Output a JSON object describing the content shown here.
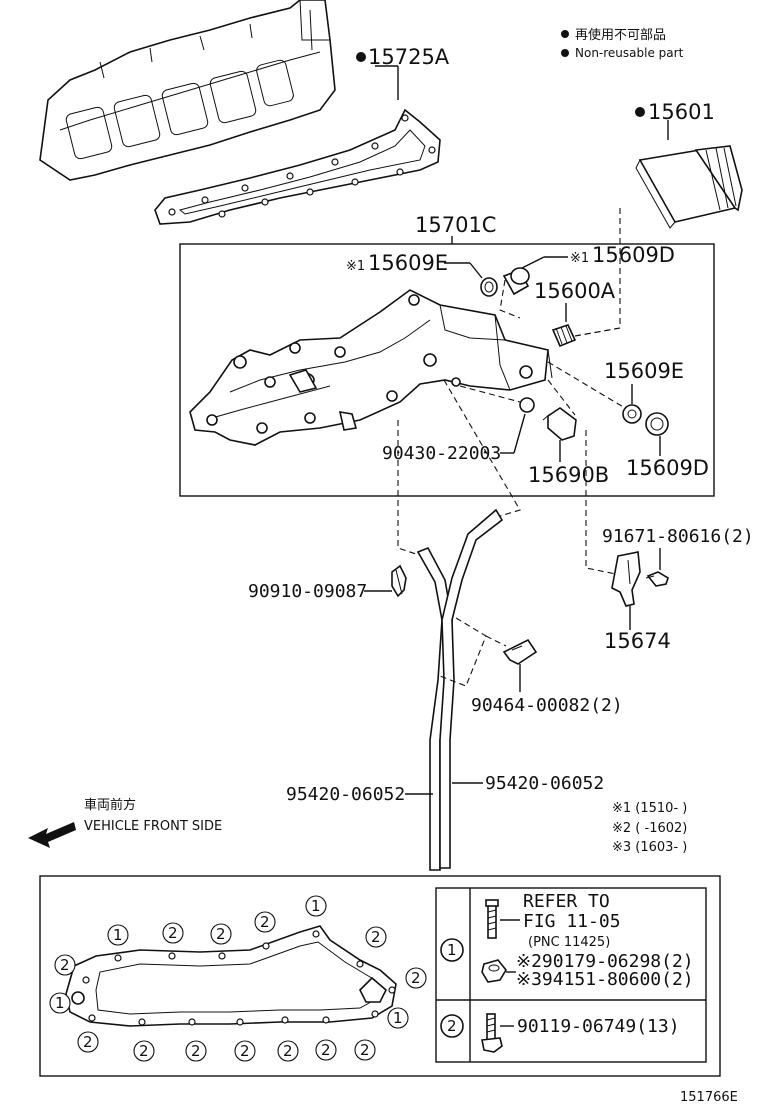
{
  "legend": {
    "non_reusable_ja": "再使用不可部品",
    "non_reusable_en": "Non-reusable part"
  },
  "parts": {
    "gasket_top": "15725A",
    "oil_filter": "15601",
    "oil_cooler_assy": "15701C",
    "plug_e_top": "15609E",
    "plug_d_top": "15609D",
    "union": "15600A",
    "plug_e_right": "15609E",
    "plug_d_right": "15609D",
    "gasket_ring": "90430-22003",
    "switch": "15690B",
    "bolt_bracket": "91671-80616(2)",
    "bracket": "15674",
    "drain_cock": "90910-09087",
    "clamp": "90464-00082(2)",
    "hose_left": "95420-06052",
    "hose_right": "95420-06052"
  },
  "marks": {
    "asterisk1": "※1",
    "asterisk1_ref": "※1",
    "dot": "●"
  },
  "direction": {
    "ja": "車両前方",
    "en": "VEHICLE FRONT SIDE"
  },
  "notes": {
    "n1": "※1 (1510-       )",
    "n2": "※2 (       -1602)",
    "n3": "※3 (1603-       )"
  },
  "table": {
    "row1_id": "1",
    "row1_line1": "REFER TO",
    "row1_line2": "FIG 11-05",
    "row1_line3": "(PNC 11425)",
    "row1_part2": "※290179-06298(2)",
    "row1_part3": "※394151-80600(2)",
    "row2_id": "2",
    "row2_part": "90119-06749(13)"
  },
  "gasket_callouts": {
    "c1": "1",
    "c2": "2"
  },
  "footer": {
    "figure_id": "151766E"
  }
}
